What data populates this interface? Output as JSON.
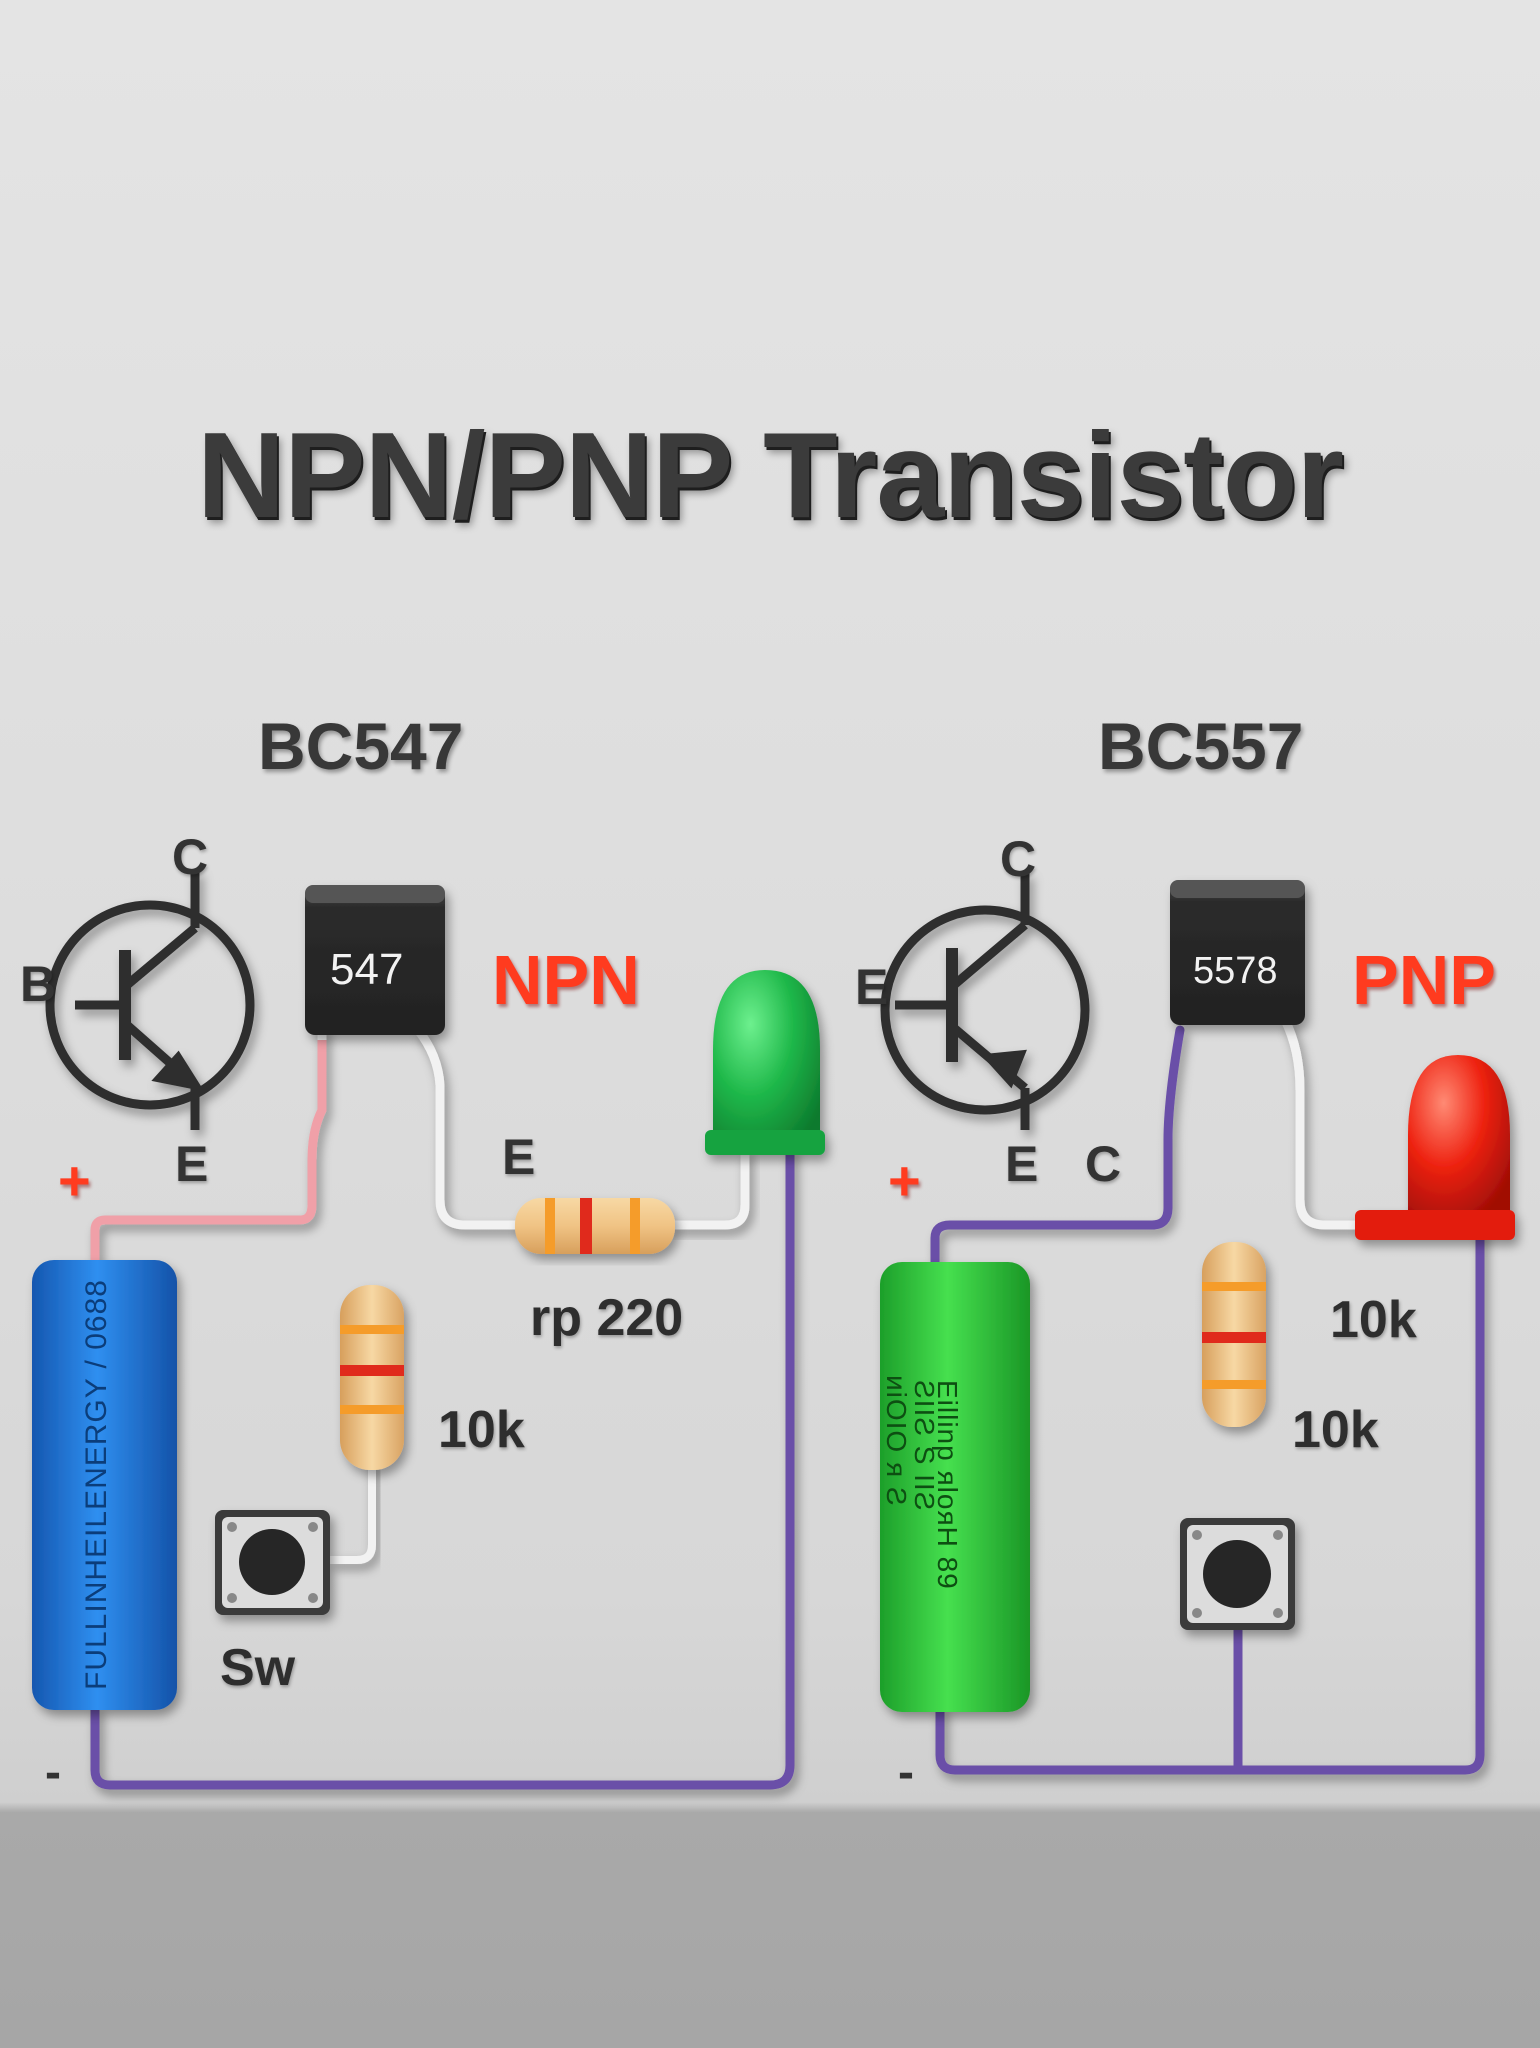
{
  "title": "NPN/PNP Transistor",
  "npn": {
    "part_number": "BC547",
    "chip_code": "547",
    "type_label": "NPN",
    "pin_b": "B",
    "pin_c": "C",
    "pin_e": "E",
    "wire_label_e": "E",
    "plus": "+",
    "minus": "-",
    "led_resistor_label": "rp 220",
    "base_resistor_label": "10k",
    "switch_label": "Sw",
    "battery_print": "FULLINHEILENERGY / 0688",
    "led_color": "#1fb84a",
    "battery_color": "#1f78d6"
  },
  "pnp": {
    "part_number": "BC557",
    "chip_code": "5578",
    "type_label": "PNP",
    "pin_e_left": "E",
    "pin_c": "C",
    "pin_e": "E",
    "wire_label_c": "C",
    "plus": "+",
    "minus": "-",
    "label_10k_upper": "10k",
    "label_10k_lower": "10k",
    "battery_print_1": "Eillinp ᴙloᴙH 89",
    "battery_print_2": "ƧIIƧ  S IIƧ",
    "battery_print_3": "ᴎiOIO  ᴙ  Ƨ",
    "led_color": "#ee2211",
    "battery_color": "#2fcf3a"
  },
  "colors": {
    "wire_purple": "#6a4fa8",
    "wire_pink": "#f0a0a8",
    "label_red": "#ff3b1f"
  }
}
